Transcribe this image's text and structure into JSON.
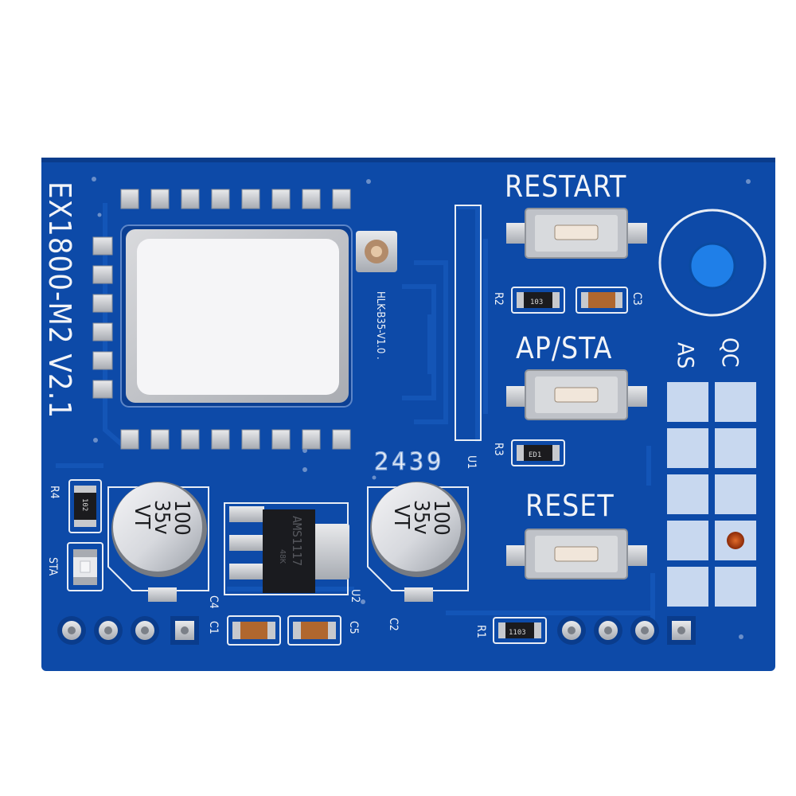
{
  "board": {
    "model_label": "EX1800-M2 V2.1",
    "colors": {
      "pcb": "#0d4aa8",
      "pcb_dark": "#0a3c8c",
      "trace": "#1558bb",
      "silk": "#f2f4f8",
      "pad": "#c9ccd2",
      "grid_cell": "#c8d8ef",
      "led_amber": "#b8420c"
    }
  },
  "buttons": [
    {
      "id": "restart",
      "label": "RESTART"
    },
    {
      "id": "ap_sta",
      "label": "AP/STA"
    },
    {
      "id": "reset",
      "label": "RESET"
    }
  ],
  "wifi_module": {
    "label": "HLK-B35-V1.0 ."
  },
  "regulator": {
    "marking": "AMS1117",
    "sub_marking": "48K",
    "ref": "U2"
  },
  "capacitors": [
    {
      "ref": "C4",
      "marking": [
        "100",
        "35v",
        "VT"
      ]
    },
    {
      "ref": "C2",
      "marking": [
        "100",
        "35v",
        "VT"
      ]
    }
  ],
  "smd_parts": [
    {
      "ref": "R1",
      "marking": "1103"
    },
    {
      "ref": "R2",
      "marking": "103"
    },
    {
      "ref": "R3",
      "marking": "ED1"
    },
    {
      "ref": "R4",
      "marking": "102"
    },
    {
      "ref": "C1",
      "marking": ""
    },
    {
      "ref": "C3",
      "marking": ""
    },
    {
      "ref": "C5",
      "marking": ""
    }
  ],
  "refs": {
    "u1": "U1",
    "date_code": "2439",
    "sta": "STA"
  },
  "qc_grid": {
    "col_labels": [
      "AS",
      "QC"
    ],
    "rows": 5,
    "marked_cell": {
      "row": 4,
      "col": 2
    }
  }
}
